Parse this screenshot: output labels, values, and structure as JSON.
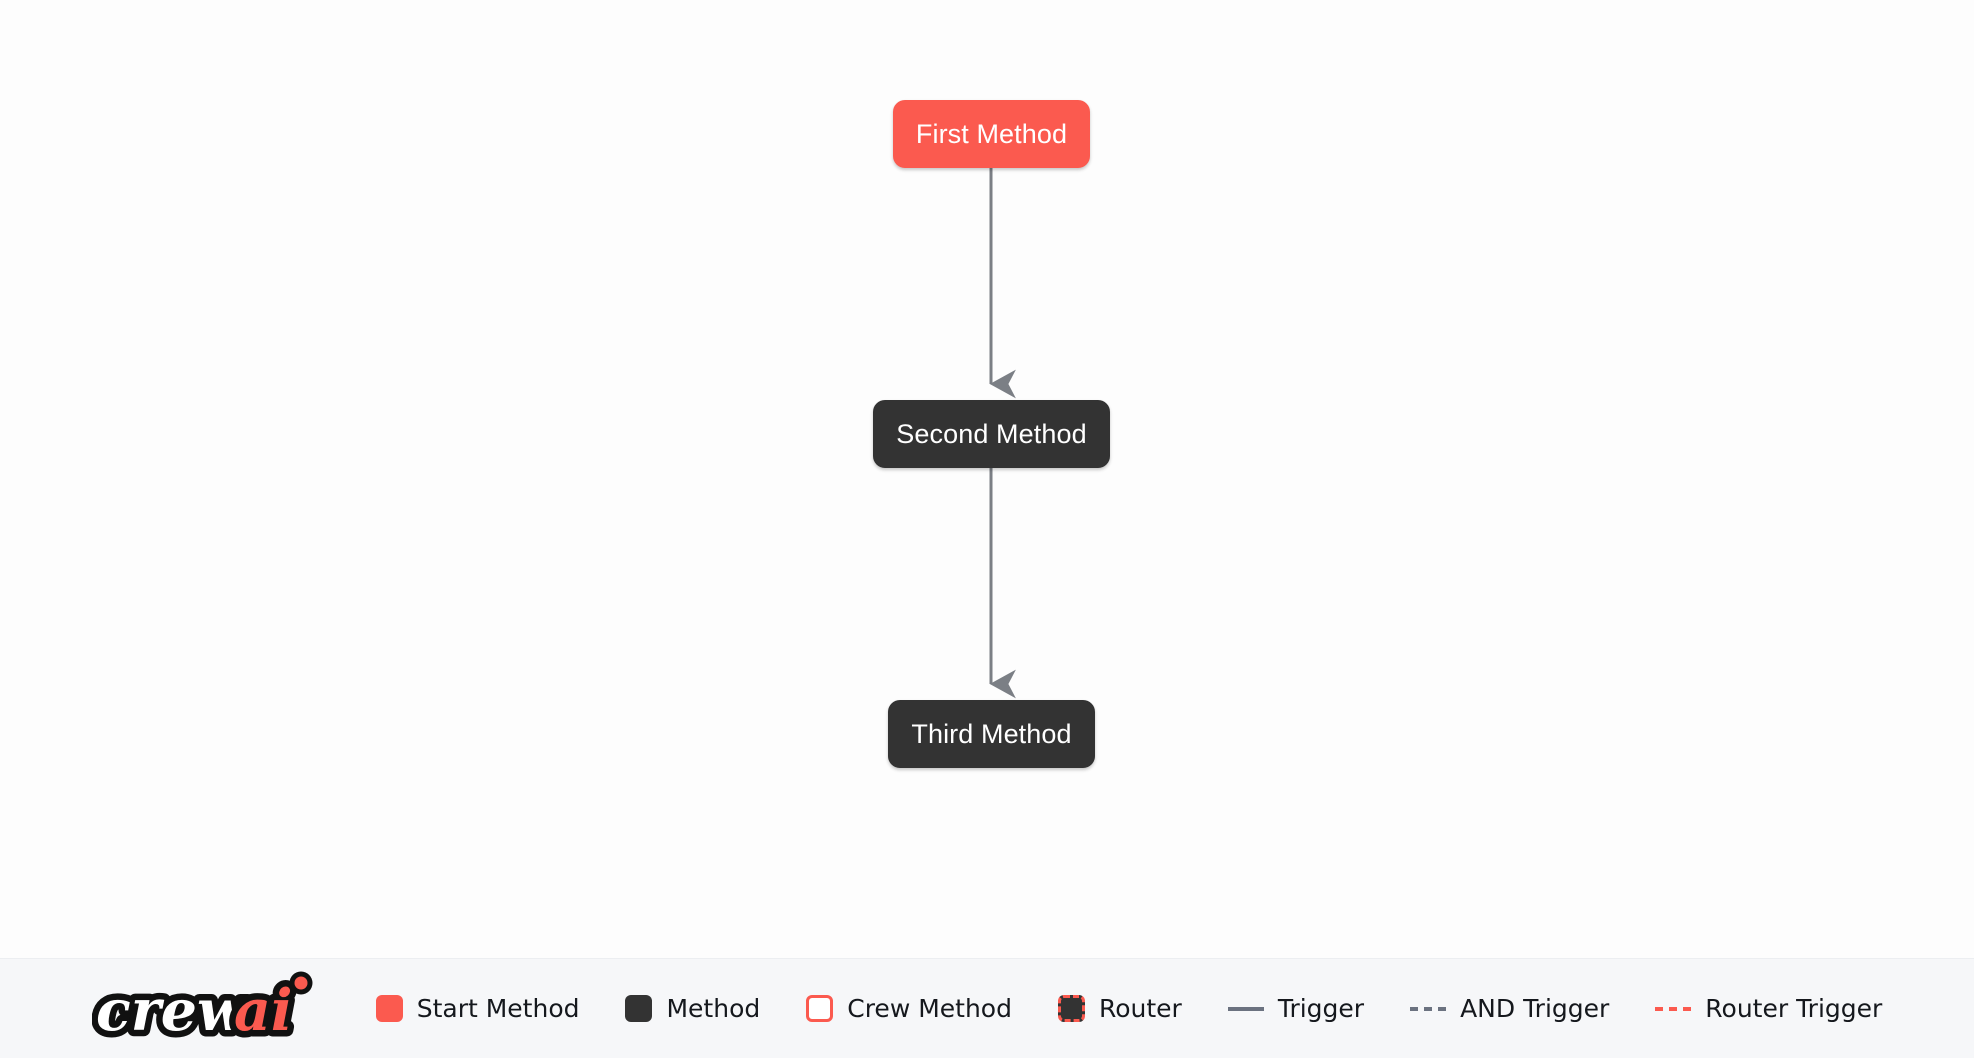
{
  "canvas": {
    "background": "#fdfdfd",
    "nodes": [
      {
        "id": "first",
        "label": "First Method",
        "type": "start-method",
        "color": "#fb5a4f"
      },
      {
        "id": "second",
        "label": "Second Method",
        "type": "method",
        "color": "#333333"
      },
      {
        "id": "third",
        "label": "Third Method",
        "type": "method",
        "color": "#333333"
      }
    ],
    "edges": [
      {
        "from": "first",
        "to": "second",
        "kind": "trigger",
        "color": "#6b7280"
      },
      {
        "from": "second",
        "to": "third",
        "kind": "trigger",
        "color": "#6b7280"
      }
    ]
  },
  "legend": {
    "background": "#f6f7f9",
    "logo": {
      "name": "crewai-logo",
      "text_primary": "crew",
      "text_accent": "ai",
      "accent_color": "#fb5a4f"
    },
    "items": [
      {
        "icon": "start-method-swatch",
        "label": "Start Method",
        "color": "#fb5a4f"
      },
      {
        "icon": "method-swatch",
        "label": "Method",
        "color": "#333333"
      },
      {
        "icon": "crew-method-swatch",
        "label": "Crew Method",
        "color": "#fb5a4f"
      },
      {
        "icon": "router-swatch",
        "label": "Router",
        "color": "#fb5a4f"
      },
      {
        "icon": "trigger-line",
        "label": "Trigger",
        "color": "#6b7280"
      },
      {
        "icon": "and-trigger-line",
        "label": "AND Trigger",
        "color": "#6b7280"
      },
      {
        "icon": "router-trigger-line",
        "label": "Router Trigger",
        "color": "#fb5a4f"
      }
    ]
  }
}
